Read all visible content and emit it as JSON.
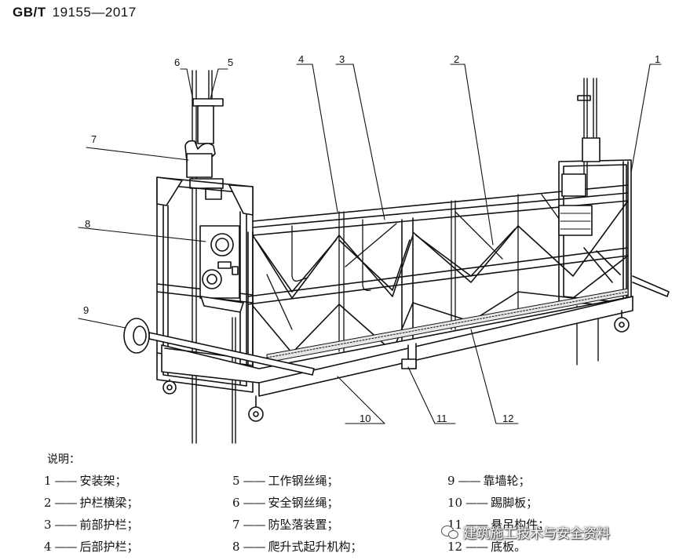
{
  "header": {
    "standard_prefix": "GB/T",
    "standard_number": "19155—2017"
  },
  "callouts": [
    "1",
    "2",
    "3",
    "4",
    "5",
    "6",
    "7",
    "8",
    "9",
    "10",
    "11",
    "12"
  ],
  "legend": {
    "title": "说明：",
    "items": [
      {
        "num": "1",
        "label": "安装架；"
      },
      {
        "num": "2",
        "label": "护栏横梁；"
      },
      {
        "num": "3",
        "label": "前部护栏；"
      },
      {
        "num": "4",
        "label": "后部护栏；"
      },
      {
        "num": "5",
        "label": "工作钢丝绳；"
      },
      {
        "num": "6",
        "label": "安全钢丝绳；"
      },
      {
        "num": "7",
        "label": "防坠落装置；"
      },
      {
        "num": "8",
        "label": "爬升式起升机构；"
      },
      {
        "num": "9",
        "label": "靠墙轮；"
      },
      {
        "num": "10",
        "label": "踢脚板；"
      },
      {
        "num": "11",
        "label": "悬吊构件；"
      },
      {
        "num": "12",
        "label": "底板。"
      }
    ]
  },
  "watermark": {
    "text": "建筑施工技术与安全资料",
    "icon": "wechat-icon"
  }
}
